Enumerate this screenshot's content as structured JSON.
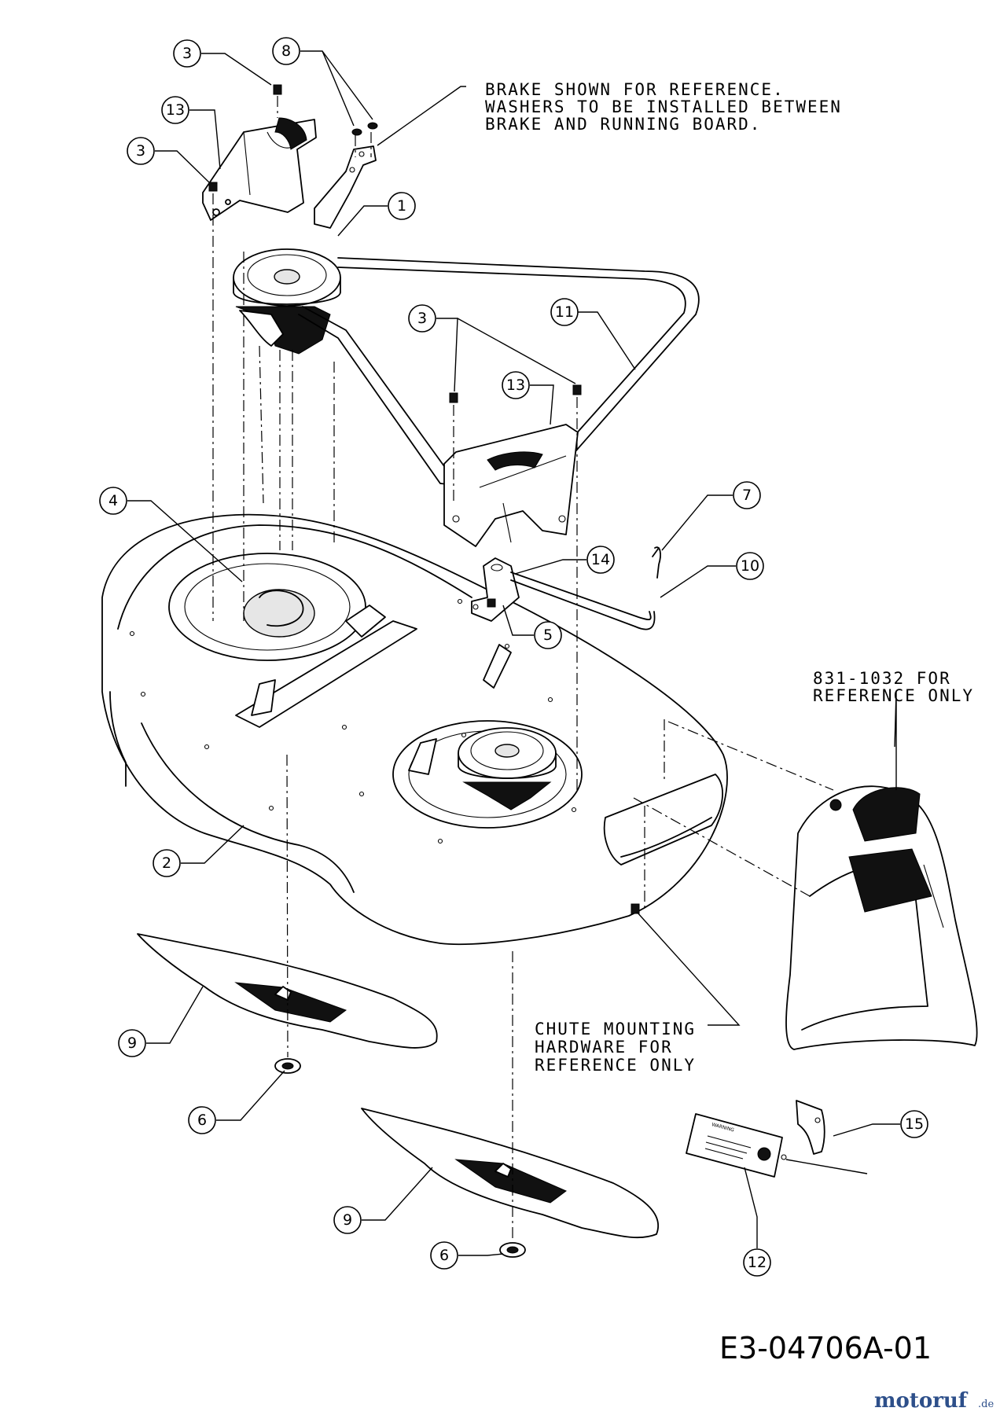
{
  "notes": {
    "brake": [
      "BRAKE SHOWN FOR REFERENCE.",
      "WASHERS TO BE INSTALLED BETWEEN",
      "BRAKE AND RUNNING BOARD."
    ],
    "chute_ref": [
      "831-1032 FOR",
      "REFERENCE ONLY"
    ],
    "chute_hardware": [
      "CHUTE MOUNTING",
      "HARDWARE FOR",
      "REFERENCE ONLY"
    ]
  },
  "callouts": {
    "c1": "1",
    "c2": "2",
    "c3a": "3",
    "c3b": "3",
    "c3c": "3",
    "c4": "4",
    "c5": "5",
    "c6a": "6",
    "c6b": "6",
    "c7": "7",
    "c8": "8",
    "c9a": "9",
    "c9b": "9",
    "c10": "10",
    "c11": "11",
    "c12": "12",
    "c13a": "13",
    "c13b": "13",
    "c14": "14",
    "c15": "15"
  },
  "drawing_code": "E3-04706A-01",
  "watermark": {
    "name": "motoruf",
    "suffix": ".de",
    "color": "#2d4f8a"
  }
}
